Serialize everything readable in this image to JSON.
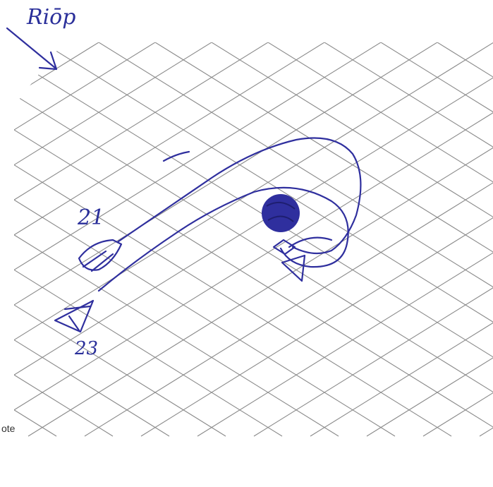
{
  "wind_label": "Riōp",
  "boats": [
    {
      "number": "21"
    },
    {
      "number": "23"
    }
  ],
  "margin_fragment": "ote",
  "colors": {
    "ink": "#2f2f9e",
    "grid": "#8a8a8a",
    "paper": "#ffffff"
  },
  "icons": [
    "wind-arrow-icon",
    "boat-icon",
    "mark-buoy-icon"
  ]
}
